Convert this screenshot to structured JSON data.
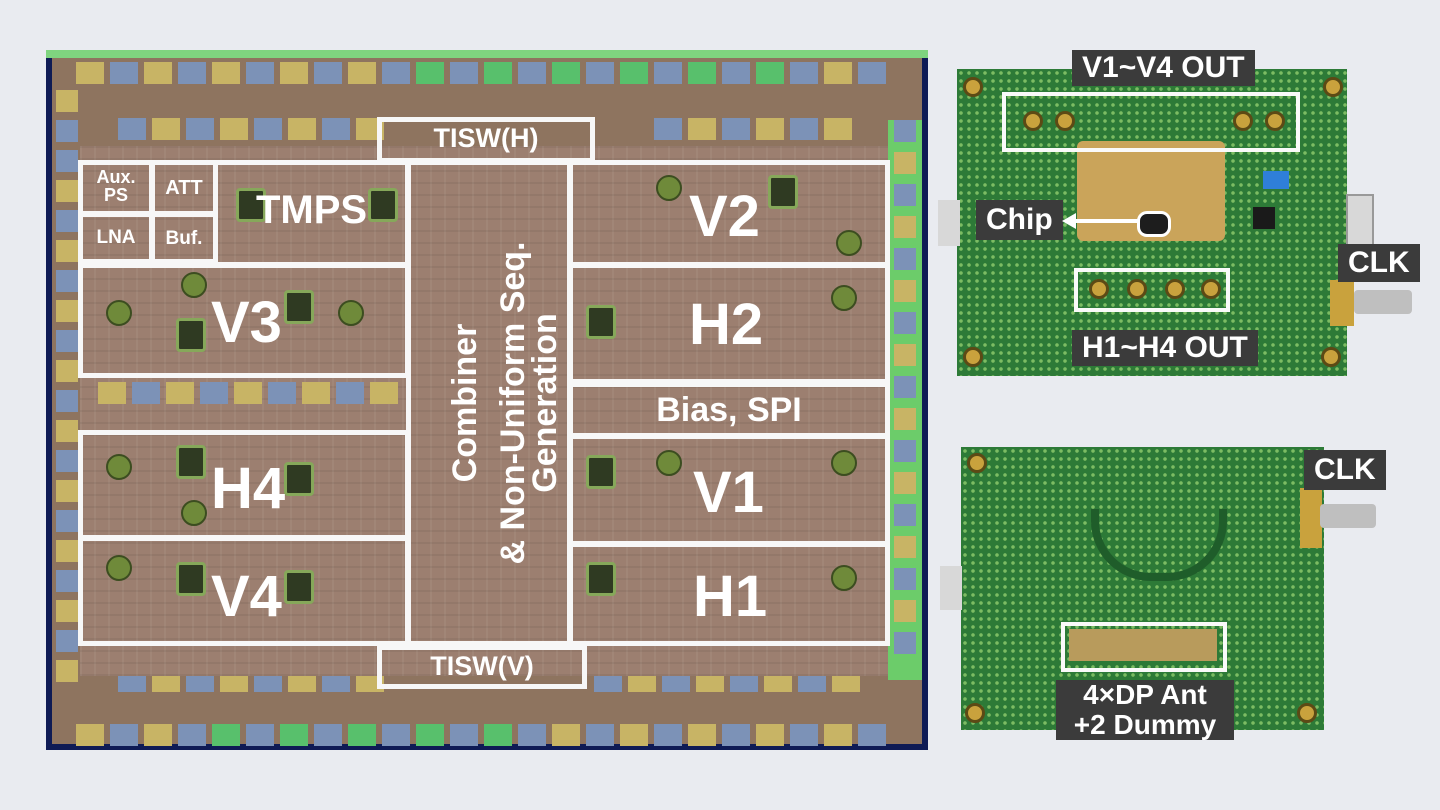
{
  "die": {
    "labels": {
      "tisw_h": "TISW(H)",
      "tisw_v": "TISW(V)",
      "aux_ps": "Aux.\nPS",
      "att": "ATT",
      "lna": "LNA",
      "buf": "Buf.",
      "tmps": "TMPS",
      "v2": "V2",
      "v3": "V3",
      "h2": "H2",
      "bias_spi": "Bias, SPI",
      "h4": "H4",
      "v1": "V1",
      "v4": "V4",
      "h1": "H1",
      "combiner": "Combiner\n& Non-Uniform Seq.",
      "generation": "Generation"
    }
  },
  "board_top": {
    "labels": {
      "v_out": "V1~V4 OUT",
      "h_out": "H1~H4 OUT",
      "chip": "Chip",
      "clk": "CLK"
    }
  },
  "board_bottom": {
    "labels": {
      "clk": "CLK",
      "ant_line1": "4×DP Ant",
      "ant_line2": "+2 Dummy"
    }
  },
  "colors": {
    "background": "#e9ebf0",
    "pcb_green": "#2d7a37",
    "label_box": "#3b3b3b",
    "outline": "#f7f7f7"
  }
}
